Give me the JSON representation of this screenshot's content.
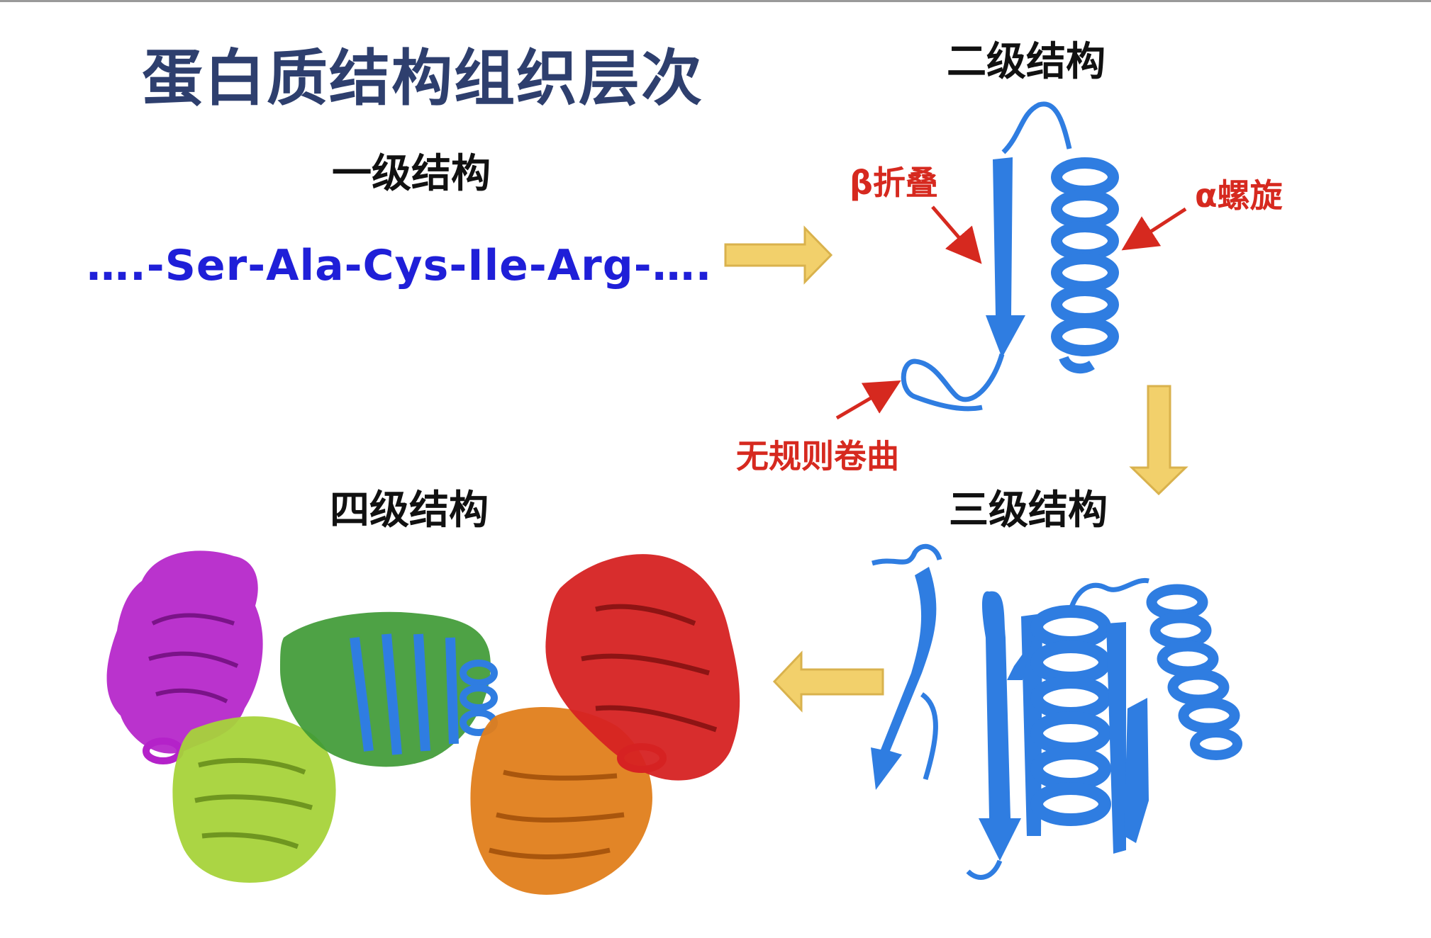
{
  "title": "蛋白质结构组织层次",
  "primary": {
    "heading": "一级结构",
    "sequence": "….-Ser-Ala-Cys-Ile-Arg-…."
  },
  "secondary": {
    "heading": "二级结构",
    "labels": {
      "beta_sheet": "β折叠",
      "alpha_helix": "α螺旋",
      "random_coil": "无规则卷曲"
    }
  },
  "tertiary": {
    "heading": "三级结构"
  },
  "quaternary": {
    "heading": "四级结构"
  },
  "colors": {
    "title": "#2e3f6e",
    "sequence": "#1f1fd8",
    "label_red": "#d6291f",
    "arrow_fill": "#f2d06b",
    "arrow_stroke": "#d9b24d",
    "ribbon_blue": "#2f7de1",
    "subunit_magenta": "#b422c9",
    "subunit_lime": "#a7d33a",
    "subunit_green": "#3f9a35",
    "subunit_orange": "#e07e1b",
    "subunit_red": "#d62222"
  }
}
